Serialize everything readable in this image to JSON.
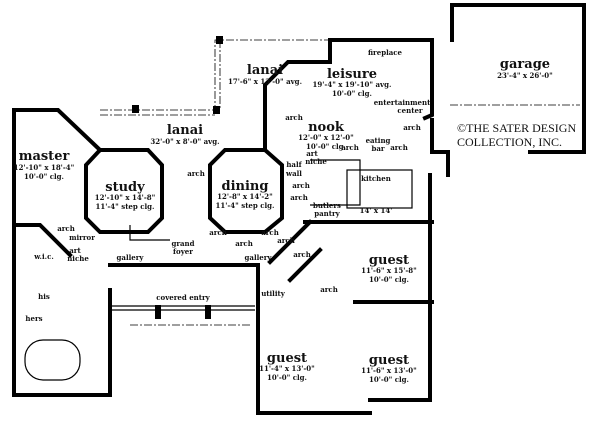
{
  "plan": {
    "rooms": {
      "lanai_rear": {
        "name": "lanai",
        "dims": "17'-6\" x 13'-0\" avg."
      },
      "lanai": {
        "name": "lanai",
        "dims": "32'-0\" x 8'-0\" avg."
      },
      "master": {
        "name": "master",
        "dims": "12'-10\" x 18'-4\"",
        "ceiling": "10'-0\" clg."
      },
      "study": {
        "name": "study",
        "dims": "12'-10\" x 14'-8\"",
        "ceiling": "11'-4\" step clg."
      },
      "dining": {
        "name": "dining",
        "dims": "12'-8\" x 14'-2\"",
        "ceiling": "11'-4\" step clg."
      },
      "nook": {
        "name": "nook",
        "dims": "12'-0\" x 12'-0\"",
        "ceiling": "10'-0\" clg."
      },
      "leisure": {
        "name": "leisure",
        "dims": "19'-4\" x 19'-10\" avg.",
        "ceiling": "10'-0\" clg."
      },
      "garage": {
        "name": "garage",
        "dims": "23'-4\" x 26'-0\""
      },
      "kitchen": {
        "name": "kitchen",
        "dims": "14' x 14'"
      },
      "guest_1": {
        "name": "guest",
        "dims": "11'-6\" x 15'-8\"",
        "ceiling": "10'-0\" clg."
      },
      "guest_2": {
        "name": "guest",
        "dims": "11'-6\" x 13'-0\"",
        "ceiling": "10'-0\" clg."
      },
      "guest_3": {
        "name": "guest",
        "dims": "11'-4\" x 13'-0\"",
        "ceiling": "10'-0\" clg."
      }
    },
    "notes": {
      "fireplace": "fireplace",
      "entertainment_1": "entertainment",
      "entertainment_2": "center",
      "eating_1": "eating",
      "eating_2": "bar",
      "art": "art",
      "niche": "niche",
      "half": "half",
      "wall": "wall",
      "butlers": "butlers",
      "pantry": "pantry",
      "grand": "grand",
      "foyer": "foyer",
      "gallery": "gallery",
      "covered_entry": "covered entry",
      "utility": "utility",
      "wic": "w.i.c.",
      "his": "his",
      "hers": "hers",
      "mirror": "mirror",
      "arch": "arch"
    },
    "copyright": {
      "line1": "©THE SATER DESIGN",
      "line2": "COLLECTION, INC."
    }
  }
}
